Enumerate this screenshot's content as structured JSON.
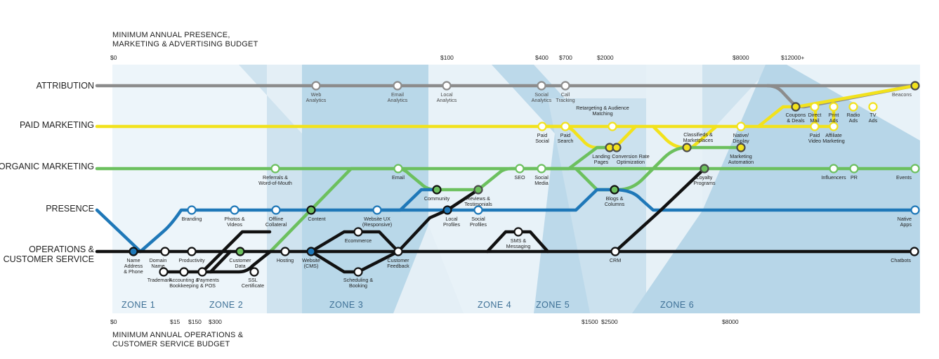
{
  "header_top": "MINIMUM ANNUAL PRESENCE,\nMARKETING & ADVERTISING BUDGET",
  "header_bottom": "MINIMUM ANNUAL OPERATIONS &\nCUSTOMER SERVICE BUDGET",
  "budget_top": [
    "$0",
    "$100",
    "$400",
    "$700",
    "$2000",
    "$8000",
    "$12000+"
  ],
  "budget_bottom": [
    "$0",
    "$15",
    "$150",
    "$300",
    "$1500",
    "$2500",
    "$8000"
  ],
  "lines": [
    {
      "id": "attribution",
      "name": "ATTRIBUTION",
      "color": "#8c8c8c"
    },
    {
      "id": "paid",
      "name": "PAID MARKETING",
      "color": "#f2e21c"
    },
    {
      "id": "organic",
      "name": "ORGANIC MARKETING",
      "color": "#6cc05e"
    },
    {
      "id": "presence",
      "name": "PRESENCE",
      "color": "#1f78b8"
    },
    {
      "id": "ops",
      "name": "OPERATIONS &\nCUSTOMER SERVICE",
      "color": "#111111"
    }
  ],
  "zones": [
    "ZONE 1",
    "ZONE 2",
    "ZONE 3",
    "ZONE 4",
    "ZONE 5",
    "ZONE 6"
  ],
  "stations": [
    "Web\nAnalytics",
    "Email\nAnalytics",
    "Local\nAnalytics",
    "Social\nAnalytics",
    "Call\nTracking",
    "Beacons",
    "Retargeting & Audience\nMatching",
    "Coupons\n& Deals",
    "Direct\nMail",
    "Print\nAds",
    "Radio\nAds",
    "TV\nAds",
    "Paid\nSocial",
    "Paid\nSearch",
    "Landing\nPages",
    "Conversion Rate\nOptimization",
    "Classifieds &\nMarketplaces",
    "Native/\nDisplay",
    "Marketing\nAutomation",
    "Paid\nVideo",
    "Affiliate\nMarketing",
    "Referrals &\nWord-of-Mouth",
    "Email",
    "SEO",
    "Social\nMedia",
    "Influencers",
    "PR",
    "Events",
    "Community",
    "Reviews &\nTestimonials",
    "Loyalty\nPrograms",
    "Branding",
    "Photos &\nVideos",
    "Offline\nCollateral",
    "Content",
    "Website UX\n(Responsive)",
    "Local\nProfiles",
    "Social\nProfiles",
    "Blogs &\nColumns",
    "Native\nApps",
    "Name\nAddress\n& Phone",
    "Domain\nName",
    "Productivity",
    "Customer\nData",
    "Hosting",
    "Website\n(CMS)",
    "Ecommerce",
    "Customer\nFeedback",
    "SMS &\nMessaging",
    "CRM",
    "Chatbots",
    "Trademark",
    "Accounting &\nBookkeeping",
    "Payments\n& POS",
    "SSL\nCertificate",
    "Scheduling &\nBooking"
  ]
}
